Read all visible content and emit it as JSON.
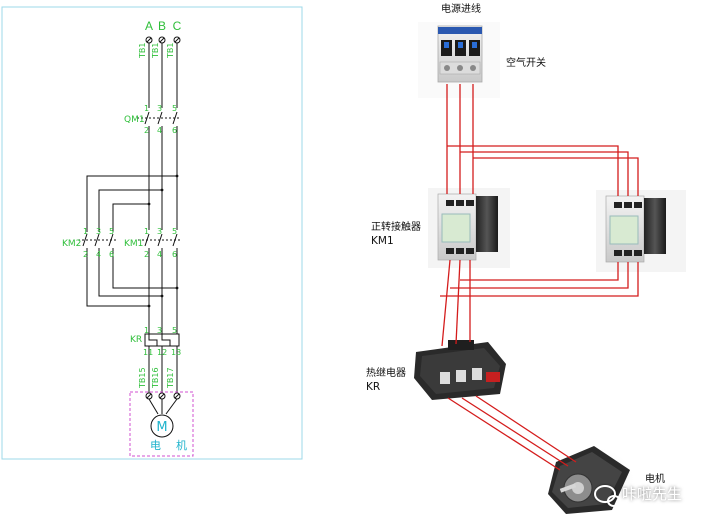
{
  "schematic": {
    "phases": [
      "A",
      "B",
      "C"
    ],
    "terminal_top": [
      "TB1",
      "TB1",
      "TB1"
    ],
    "qm_label": "QM1",
    "qm_top": [
      "1",
      "3",
      "5"
    ],
    "qm_bottom": [
      "2",
      "4",
      "6"
    ],
    "km2_label": "KM2",
    "km2_top": [
      "1",
      "3",
      "5"
    ],
    "km2_bottom": [
      "2",
      "4",
      "6"
    ],
    "km1_label": "KM1",
    "km1_top": [
      "1",
      "3",
      "5"
    ],
    "km1_bottom": [
      "2",
      "4",
      "6"
    ],
    "kr_label": "KR",
    "kr_top": [
      "1",
      "3",
      "5"
    ],
    "kr_bottom": [
      "11",
      "12",
      "13"
    ],
    "terminal_bottom": [
      "TB15",
      "TB16",
      "TB17"
    ],
    "motor_symbol": "M",
    "motor_label_1": "电",
    "motor_label_2": "机"
  },
  "wiring": {
    "power_in": "电源进线",
    "breaker": "空气开关",
    "km1_title": "正转接触器",
    "km1_code": "KM1",
    "kr_title": "热继电器",
    "kr_code": "KR",
    "motor": "电机"
  },
  "watermark": "咔啦先生",
  "colors": {
    "schematic_label": "#2fbf3a",
    "wire_red": "#d41c1c",
    "motor_box": "#d050d0",
    "motor_text": "#1fb3cc",
    "frame": "#9ed8e8"
  }
}
